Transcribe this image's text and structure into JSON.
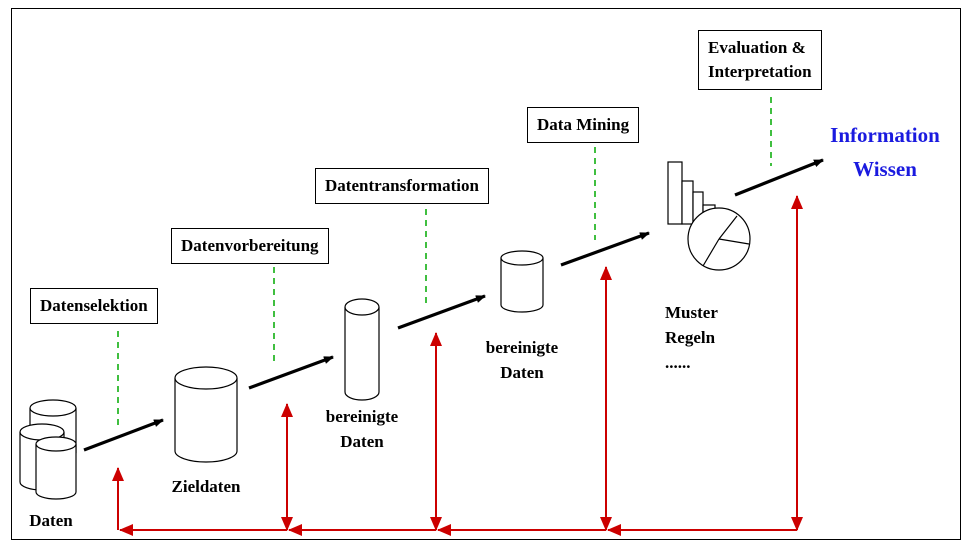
{
  "steps": {
    "selection": "Datenselektion",
    "preprocessing": "Datenvorbereitung",
    "transformation": "Datentransformation",
    "mining": "Data Mining",
    "evaluation_line1": "Evaluation &",
    "evaluation_line2": "Interpretation"
  },
  "stages": {
    "daten": "Daten",
    "zieldaten": "Zieldaten",
    "bereinigte1_line1": "bereinigte",
    "bereinigte1_line2": "Daten",
    "bereinigte2_line1": "bereinigte",
    "bereinigte2_line2": "Daten",
    "muster_line1": "Muster",
    "muster_line2": "Regeln",
    "muster_line3": "......"
  },
  "result": {
    "line1": "Information",
    "line2": "Wissen"
  },
  "colors": {
    "result_text": "#1a1adf",
    "feedback_arrows": "#cc0000",
    "step_connectors": "#00aa00",
    "flow_arrows": "#000000"
  }
}
